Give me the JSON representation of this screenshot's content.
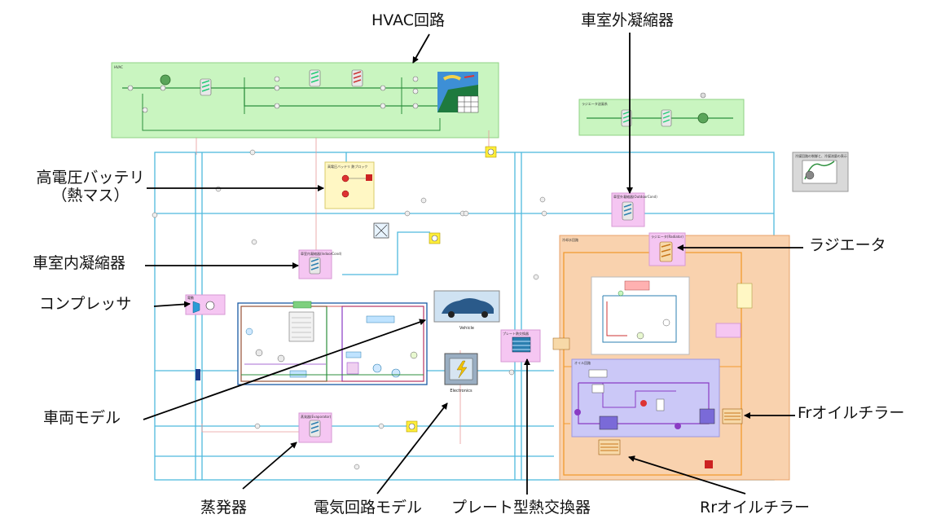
{
  "callouts": {
    "hvac": "HVAC回路",
    "outdoor_condenser": "車室外凝縮器",
    "hv_battery_line1": "高電圧バッテリ",
    "hv_battery_line2": "（熱マス）",
    "indoor_condenser": "車室内凝縮器",
    "compressor": "コンプレッサ",
    "vehicle_model": "車両モデル",
    "radiator": "ラジエータ",
    "fr_oil_chiller": "Frオイルチラー",
    "evaporator": "蒸発器",
    "electric_model": "電気回路モデル",
    "plate_hx": "プレート型熱交換器",
    "rr_oil_chiller": "Rrオイルチラー"
  },
  "block_labels": {
    "hvac_box": "HVAC",
    "radiator_fan_box": "ラジエータ送風系",
    "battery_box": "高電圧バッテリ 熱ブロック",
    "coolant_box": "冷却水回路",
    "oil_box": "オイル回路",
    "vehicle": "Vehicle",
    "electronics": "Electronics",
    "plate_hx_box": "プレート熱交換器",
    "outdoor_cond_box": "車室外凝縮器(OutdoorCond)",
    "indoor_cond_box": "車室内凝縮器(IndoorCond)",
    "evap_box": "蒸発器(Evaporator)",
    "compressor_box": "電動",
    "radiator_box": "ラジエータ(Radiator)",
    "legend_box": "冷媒回路の制御と、冷媒流量の表示"
  },
  "colors": {
    "hvac_fill": "#c9f5c0",
    "coolant_fill": "#f9d2ae",
    "oil_fill": "#cbc8f7",
    "pink_fill": "#f5c6f2",
    "battery_fill": "#fff7c4",
    "pipe": "#4fb9dd",
    "orange_pipe": "#f29a2e",
    "purple_pipe": "#8a3bc4",
    "green_pipe": "#2c8f3c"
  }
}
